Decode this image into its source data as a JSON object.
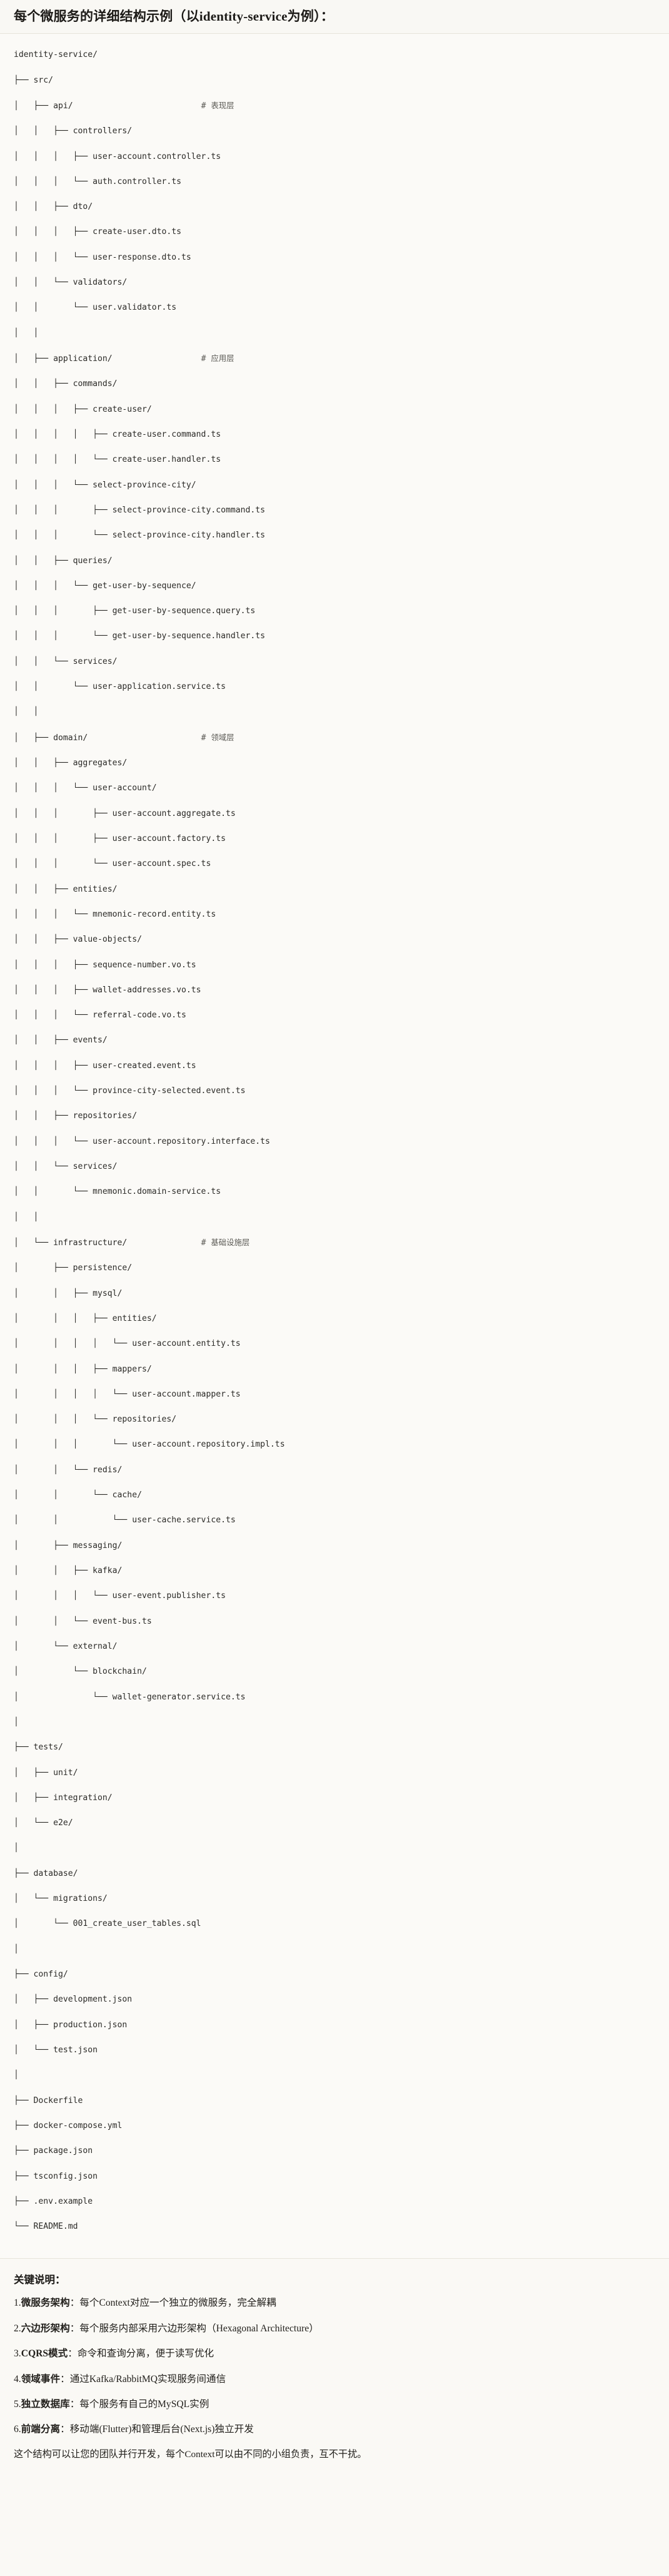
{
  "header": {
    "title": "每个微服务的详细结构示例（以identity-service为例）："
  },
  "tree": {
    "root": "identity-service/",
    "lines": [
      "identity-service/",
      "├── src/",
      "│   ├── api/                          # 表现层",
      "│   │   ├── controllers/",
      "│   │   │   ├── user-account.controller.ts",
      "│   │   │   └── auth.controller.ts",
      "│   │   ├── dto/",
      "│   │   │   ├── create-user.dto.ts",
      "│   │   │   └── user-response.dto.ts",
      "│   │   └── validators/",
      "│   │       └── user.validator.ts",
      "│   │",
      "│   ├── application/                  # 应用层",
      "│   │   ├── commands/",
      "│   │   │   ├── create-user/",
      "│   │   │   │   ├── create-user.command.ts",
      "│   │   │   │   └── create-user.handler.ts",
      "│   │   │   └── select-province-city/",
      "│   │   │       ├── select-province-city.command.ts",
      "│   │   │       └── select-province-city.handler.ts",
      "│   │   ├── queries/",
      "│   │   │   └── get-user-by-sequence/",
      "│   │   │       ├── get-user-by-sequence.query.ts",
      "│   │   │       └── get-user-by-sequence.handler.ts",
      "│   │   └── services/",
      "│   │       └── user-application.service.ts",
      "│   │",
      "│   ├── domain/                       # 领域层",
      "│   │   ├── aggregates/",
      "│   │   │   └── user-account/",
      "│   │   │       ├── user-account.aggregate.ts",
      "│   │   │       ├── user-account.factory.ts",
      "│   │   │       └── user-account.spec.ts",
      "│   │   ├── entities/",
      "│   │   │   └── mnemonic-record.entity.ts",
      "│   │   ├── value-objects/",
      "│   │   │   ├── sequence-number.vo.ts",
      "│   │   │   ├── wallet-addresses.vo.ts",
      "│   │   │   └── referral-code.vo.ts",
      "│   │   ├── events/",
      "│   │   │   ├── user-created.event.ts",
      "│   │   │   └── province-city-selected.event.ts",
      "│   │   ├── repositories/",
      "│   │   │   └── user-account.repository.interface.ts",
      "│   │   └── services/",
      "│   │       └── mnemonic.domain-service.ts",
      "│   │",
      "│   └── infrastructure/               # 基础设施层",
      "│       ├── persistence/",
      "│       │   ├── mysql/",
      "│       │   │   ├── entities/",
      "│       │   │   │   └── user-account.entity.ts",
      "│       │   │   ├── mappers/",
      "│       │   │   │   └── user-account.mapper.ts",
      "│       │   │   └── repositories/",
      "│       │   │       └── user-account.repository.impl.ts",
      "│       │   └── redis/",
      "│       │       └── cache/",
      "│       │           └── user-cache.service.ts",
      "│       ├── messaging/",
      "│       │   ├── kafka/",
      "│       │   │   └── user-event.publisher.ts",
      "│       │   └── event-bus.ts",
      "│       └── external/",
      "│           └── blockchain/",
      "│               └── wallet-generator.service.ts",
      "│",
      "├── tests/",
      "│   ├── unit/",
      "│   ├── integration/",
      "│   └── e2e/",
      "│",
      "├── database/",
      "│   └── migrations/",
      "│       └── 001_create_user_tables.sql",
      "│",
      "├── config/",
      "│   ├── development.json",
      "│   ├── production.json",
      "│   └── test.json",
      "│",
      "├── Dockerfile",
      "├── docker-compose.yml",
      "├── package.json",
      "├── tsconfig.json",
      "├── .env.example",
      "└── README.md"
    ],
    "comments": [
      "# 表现层",
      "# 应用层",
      "# 领域层",
      "# 基础设施层"
    ]
  },
  "notes": {
    "title": "关键说明：",
    "items": [
      {
        "num": "1.",
        "term": "微服务架构",
        "sep": "：",
        "desc": "每个Context对应一个独立的微服务，完全解耦"
      },
      {
        "num": "2.",
        "term": "六边形架构",
        "sep": "：",
        "desc": "每个服务内部采用六边形架构（Hexagonal Architecture）"
      },
      {
        "num": "3.",
        "term": "CQRS模式",
        "sep": "：",
        "desc": "命令和查询分离，便于读写优化"
      },
      {
        "num": "4.",
        "term": "领域事件",
        "sep": "：",
        "desc": "通过Kafka/RabbitMQ实现服务间通信"
      },
      {
        "num": "5.",
        "term": "独立数据库",
        "sep": "：",
        "desc": "每个服务有自己的MySQL实例"
      },
      {
        "num": "6.",
        "term": "前端分离",
        "sep": "：",
        "desc": "移动端(Flutter)和管理后台(Next.js)独立开发"
      }
    ],
    "closing": "这个结构可以让您的团队并行开发，每个Context可以由不同的小组负责，互不干扰。"
  },
  "colors": {
    "page_bg": "#faf9f5",
    "code_bg": "#fbfaf7",
    "text": "#23211d",
    "comment": "#5b5a55",
    "border": "#e6e3da"
  }
}
